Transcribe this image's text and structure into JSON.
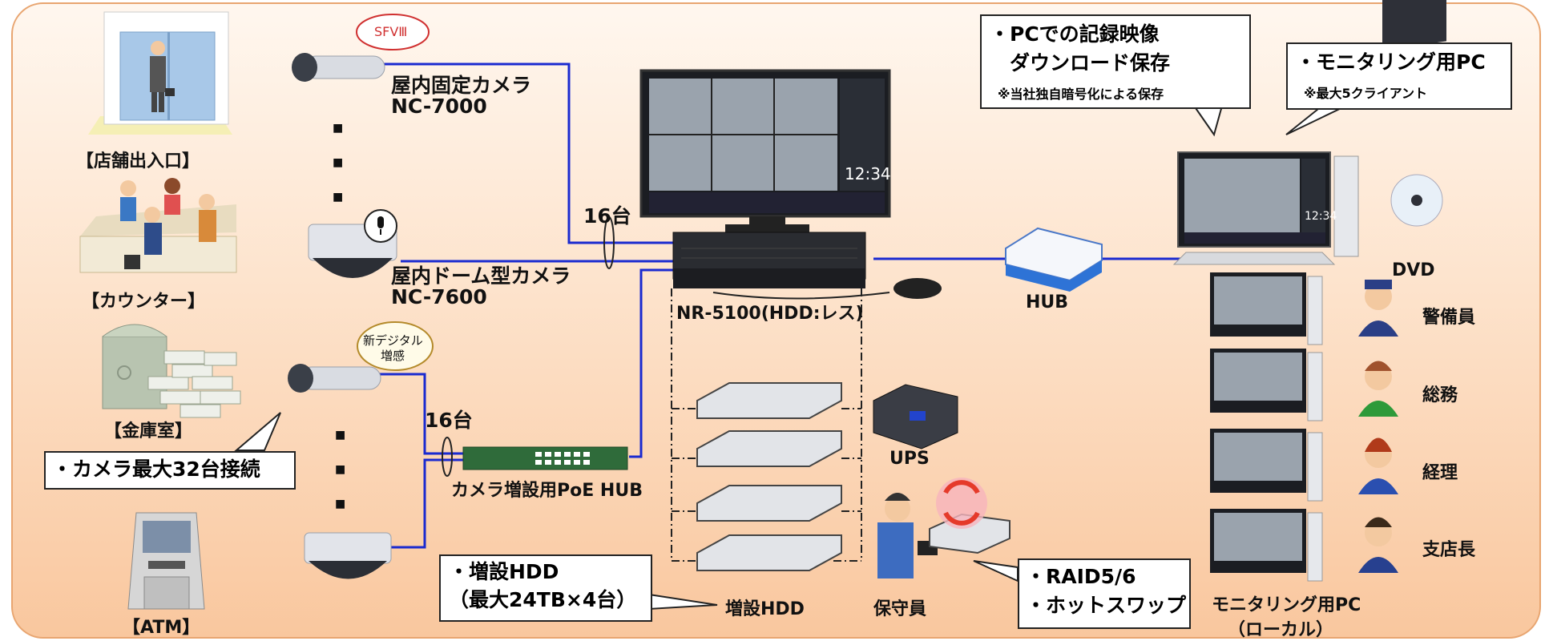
{
  "locations": {
    "entrance": "【店舗出入口】",
    "counter": "【カウンター】",
    "vault": "【金庫室】",
    "atm": "【ATM】"
  },
  "badges": {
    "sfv": "SFVⅢ",
    "digital_line1": "新デジタル",
    "digital_line2": "増感"
  },
  "cameras": {
    "fixed_name": "屋内固定カメラ",
    "fixed_model": "NC-7000",
    "dome_name": "屋内ドーム型カメラ",
    "dome_model": "NC-7600",
    "dot": "■"
  },
  "counts": {
    "top": "16台",
    "bottom": "16台"
  },
  "recorder": {
    "label": "NR-5100(HDD:レス)",
    "screen_time": "12:34"
  },
  "poe_hub": "カメラ増設用PoE HUB",
  "hub": "HUB",
  "ups": "UPS",
  "ext_hdd": "増設HDD",
  "maintenance": "保守員",
  "dvd": "DVD",
  "callouts": {
    "camera_max": "・カメラ最大32台接続",
    "hdd_line1": "・増設HDD",
    "hdd_line2": "（最大24TB×4台）",
    "raid_line1": "・RAID5/6",
    "raid_line2": "・ホットスワップ",
    "download_line1": "・PCでの記録映像",
    "download_line2": "ダウンロード保存",
    "download_note": "※当社独自暗号化による保存",
    "monitor_line1": "・モニタリング用PC",
    "monitor_note": "※最大5クライアント"
  },
  "local_pc": {
    "line1": "モニタリング用PC",
    "line2": "（ローカル）"
  },
  "staff": [
    {
      "role": "警備員",
      "color": "#2b3f86"
    },
    {
      "role": "総務",
      "color": "#2e9a3a"
    },
    {
      "role": "経理",
      "color": "#2a4fb0"
    },
    {
      "role": "支店長",
      "color": "#27408f"
    }
  ],
  "colors": {
    "cable": "#1a2ad0",
    "panel_border": "#e8a570"
  }
}
